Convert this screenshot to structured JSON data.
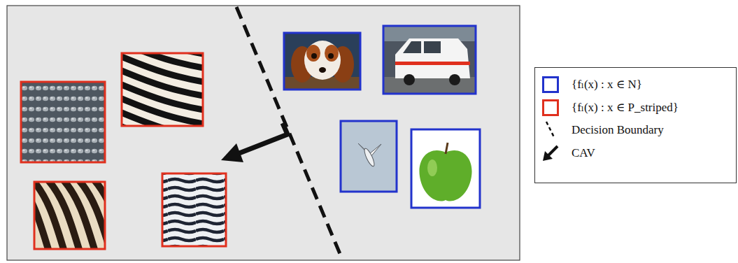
{
  "diagram": {
    "legend": [
      {
        "text": "{fₗ(x) : x ∈ N}",
        "color": "#2233cc"
      },
      {
        "text": "{fₗ(x) : x ∈ P_striped}",
        "color": "#e0301e"
      },
      {
        "text": "Decision Boundary"
      },
      {
        "text": "CAV"
      }
    ]
  }
}
